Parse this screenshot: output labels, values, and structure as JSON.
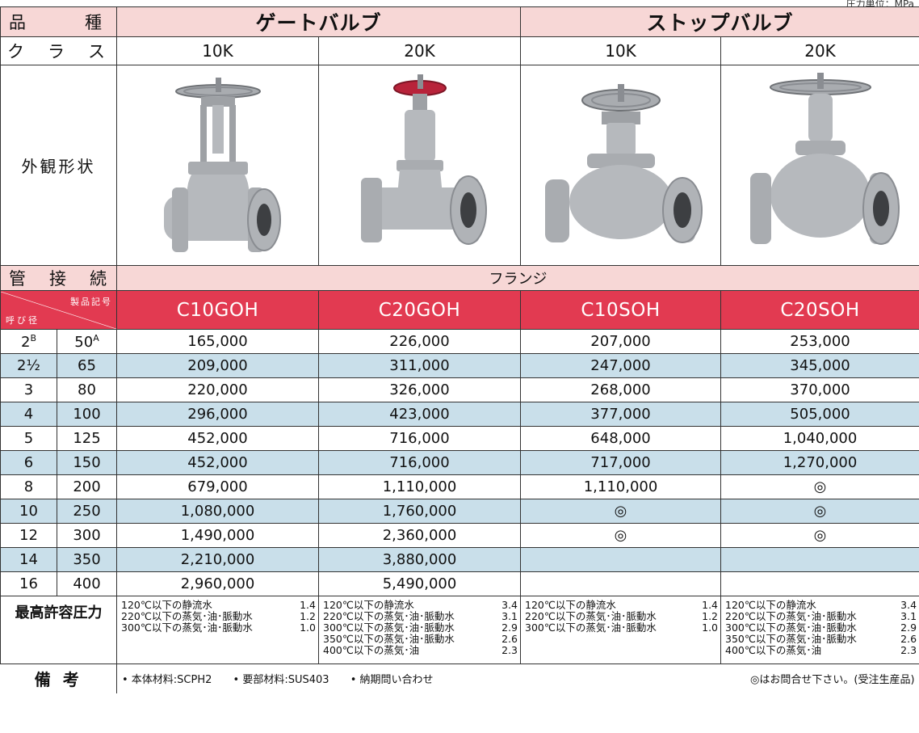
{
  "unit_note": "圧力単位：MPa",
  "header": {
    "type_label": [
      "品",
      "種"
    ],
    "types": [
      "ゲートバルブ",
      "ストップバルブ"
    ],
    "class_label": [
      "ク",
      "ラ",
      "ス"
    ],
    "classes": [
      "10K",
      "20K",
      "10K",
      "20K"
    ],
    "appearance_label": "外観形状",
    "connection_label": [
      "管",
      "接",
      "続"
    ],
    "connection_value": "フランジ",
    "code_label": "製品記号",
    "size_label": "呼び径",
    "codes": [
      "C10GOH",
      "C20GOH",
      "C10SOH",
      "C20SOH"
    ]
  },
  "images": {
    "colors": {
      "body": "#b6b9bd",
      "shade": "#8a8d92",
      "wheel_red": "#b8233a",
      "wheel_gray": "#a9acb0"
    },
    "icons": [
      "gate-valve-10k-image",
      "gate-valve-20k-image",
      "stop-valve-10k-image",
      "stop-valve-20k-image"
    ]
  },
  "rows": [
    {
      "inch": "2",
      "inch_sup": "B",
      "mm": "50",
      "mm_sup": "A",
      "prices": [
        "165,000",
        "226,000",
        "207,000",
        "253,000"
      ]
    },
    {
      "inch": "2½",
      "inch_sup": "",
      "mm": "65",
      "mm_sup": "",
      "prices": [
        "209,000",
        "311,000",
        "247,000",
        "345,000"
      ]
    },
    {
      "inch": "3",
      "inch_sup": "",
      "mm": "80",
      "mm_sup": "",
      "prices": [
        "220,000",
        "326,000",
        "268,000",
        "370,000"
      ]
    },
    {
      "inch": "4",
      "inch_sup": "",
      "mm": "100",
      "mm_sup": "",
      "prices": [
        "296,000",
        "423,000",
        "377,000",
        "505,000"
      ]
    },
    {
      "inch": "5",
      "inch_sup": "",
      "mm": "125",
      "mm_sup": "",
      "prices": [
        "452,000",
        "716,000",
        "648,000",
        "1,040,000"
      ]
    },
    {
      "inch": "6",
      "inch_sup": "",
      "mm": "150",
      "mm_sup": "",
      "prices": [
        "452,000",
        "716,000",
        "717,000",
        "1,270,000"
      ]
    },
    {
      "inch": "8",
      "inch_sup": "",
      "mm": "200",
      "mm_sup": "",
      "prices": [
        "679,000",
        "1,110,000",
        "1,110,000",
        "◎"
      ]
    },
    {
      "inch": "10",
      "inch_sup": "",
      "mm": "250",
      "mm_sup": "",
      "prices": [
        "1,080,000",
        "1,760,000",
        "◎",
        "◎"
      ]
    },
    {
      "inch": "12",
      "inch_sup": "",
      "mm": "300",
      "mm_sup": "",
      "prices": [
        "1,490,000",
        "2,360,000",
        "◎",
        "◎"
      ]
    },
    {
      "inch": "14",
      "inch_sup": "",
      "mm": "350",
      "mm_sup": "",
      "prices": [
        "2,210,000",
        "3,880,000",
        "",
        ""
      ]
    },
    {
      "inch": "16",
      "inch_sup": "",
      "mm": "400",
      "mm_sup": "",
      "prices": [
        "2,960,000",
        "5,490,000",
        "",
        ""
      ]
    }
  ],
  "pressure": {
    "label": "最高許容圧力",
    "columns": [
      [
        {
          "text": "120℃以下の静流水",
          "value": "1.4"
        },
        {
          "text": "220℃以下の蒸気･油･脈動水",
          "value": "1.2"
        },
        {
          "text": "300℃以下の蒸気･油･脈動水",
          "value": "1.0"
        }
      ],
      [
        {
          "text": "120℃以下の静流水",
          "value": "3.4"
        },
        {
          "text": "220℃以下の蒸気･油･脈動水",
          "value": "3.1"
        },
        {
          "text": "300℃以下の蒸気･油･脈動水",
          "value": "2.9"
        },
        {
          "text": "350℃以下の蒸気･油･脈動水",
          "value": "2.6"
        },
        {
          "text": "400℃以下の蒸気･油",
          "value": "2.3"
        }
      ],
      [
        {
          "text": "120℃以下の静流水",
          "value": "1.4"
        },
        {
          "text": "220℃以下の蒸気･油･脈動水",
          "value": "1.2"
        },
        {
          "text": "300℃以下の蒸気･油･脈動水",
          "value": "1.0"
        }
      ],
      [
        {
          "text": "120℃以下の静流水",
          "value": "3.4"
        },
        {
          "text": "220℃以下の蒸気･油･脈動水",
          "value": "3.1"
        },
        {
          "text": "300℃以下の蒸気･油･脈動水",
          "value": "2.9"
        },
        {
          "text": "350℃以下の蒸気･油･脈動水",
          "value": "2.6"
        },
        {
          "text": "400℃以下の蒸気･油",
          "value": "2.3"
        }
      ]
    ]
  },
  "remarks": {
    "label": "備 考",
    "items": [
      "• 本体材料:SCPH2",
      "• 要部材料:SUS403",
      "• 納期問い合わせ"
    ],
    "note": "◎はお問合せ下さい。(受注生産品)"
  }
}
